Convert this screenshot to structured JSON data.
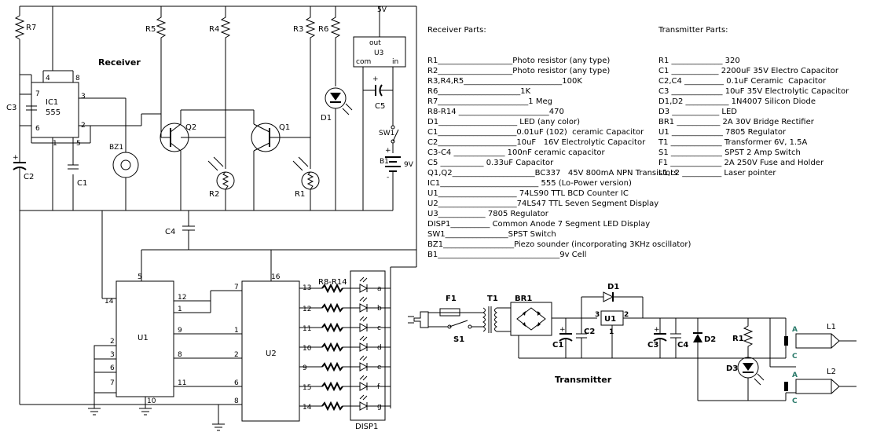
{
  "diagram": {
    "receiver_label": "Receiver",
    "transmitter_label": "Transmitter",
    "ic1": {
      "name": "IC1",
      "model": "555",
      "pins": [
        "4",
        "8",
        "7",
        "3",
        "6",
        "2",
        "1",
        "5"
      ]
    },
    "u1": {
      "name": "U1",
      "pins_left": [
        "14",
        "2",
        "3",
        "6",
        "7"
      ],
      "pins_right": [
        "12",
        "1",
        "9",
        "8",
        "11"
      ],
      "pin_bottom": "10",
      "pin_top": "5"
    },
    "u2": {
      "name": "U2",
      "pins_left": [
        "7",
        "1",
        "2",
        "6",
        "8"
      ],
      "pins_right": [
        "13",
        "12",
        "11",
        "10",
        "9",
        "15",
        "14"
      ],
      "pin_top": "16"
    },
    "u3": {
      "name": "U3",
      "out": "out",
      "com": "com",
      "in": "in",
      "voltage": "5V"
    },
    "disp": {
      "name": "DISP1",
      "segments": [
        "a",
        "b",
        "c",
        "d",
        "e",
        "f",
        "g"
      ]
    },
    "resistor_bank": "R8-R14",
    "labels": {
      "r7": "R7",
      "r5": "R5",
      "r4": "R4",
      "r3": "R3",
      "r6": "R6",
      "c3": "C3",
      "c2": "C2",
      "c1": "C1",
      "c4": "C4",
      "c5": "C5",
      "bz1": "BZ1",
      "q1": "Q1",
      "q2": "Q2",
      "r1": "R1",
      "r2": "R2",
      "d1": "D1",
      "sw1": "SW1",
      "b1": "B1",
      "nine_v": "9V",
      "f1": "F1",
      "t1": "T1",
      "br1": "BR1",
      "s1": "S1",
      "tx_d1": "D1",
      "tx_u1": "U1",
      "tx_c1": "C1",
      "tx_c2": "C2",
      "tx_c3": "C3",
      "tx_c4": "C4",
      "tx_d2": "D2",
      "tx_r1": "R1",
      "tx_d3": "D3",
      "l1": "L1",
      "l2": "L2",
      "a": "A",
      "c": "C",
      "plus": "+",
      "minus": "-",
      "pin1": "1",
      "pin2": "2",
      "pin3": "3"
    }
  },
  "receiver_parts": {
    "title": "Receiver Parts:",
    "items": [
      "R1___________________Photo resistor (any type)",
      "R2___________________Photo resistor (any type)",
      "R3,R4,R5_________________________100K",
      "R6_____________________1K",
      "R7_______________________1 Meg",
      "R8-R14 _______________________470",
      "D1____________________ LED (any color)",
      "C1____________________0.01uF (102)  ceramic Capacitor",
      "C2____________________10uF   16V Electrolytic Capacitor",
      "C3-C4 _____________ 100nF ceramic capacitor",
      "C5 ___________ 0.33uF Capacitor",
      "Q1,Q2_____________________BC337   45V 800mA NPN Transistors",
      "IC1_________________________ 555 (Lo-Power version)",
      "U1____________________ 74LS90 TTL BCD Counter IC",
      "U2____________________74LS47 TTL Seven Segment Display",
      "U3____________ 7805 Regulator",
      "DISP1__________ Common Anode 7 Segment LED Display",
      "SW1________________SPST Switch",
      "BZ1__________________Piezo sounder (incorporating 3KHz oscillator)",
      "B1_______________________________9v Cell"
    ]
  },
  "transmitter_parts": {
    "title": "Transmitter Parts:",
    "items": [
      "R1 _____________ 320",
      "C1 ____________ 2200uF 35V Electro Capacitor",
      "C2,C4 __________ 0.1uF Ceramic  Capacitor",
      "C3 _____________ 10uF 35V Electrolytic Capacitor",
      "D1,D2 ___________ 1N4007 Silicon Diode",
      "D3 ____________ LED",
      "BR1 ___________ 2A 30V Bridge Rectifier",
      "U1 _____________ 7805 Regulator",
      "T1 _____________ Transformer 6V, 1.5A",
      "S1 _____________ SPST 2 Amp Switch",
      "F1 _____________ 2A 250V Fuse and Holder",
      "L1,L2 __________ Laser pointer"
    ]
  }
}
